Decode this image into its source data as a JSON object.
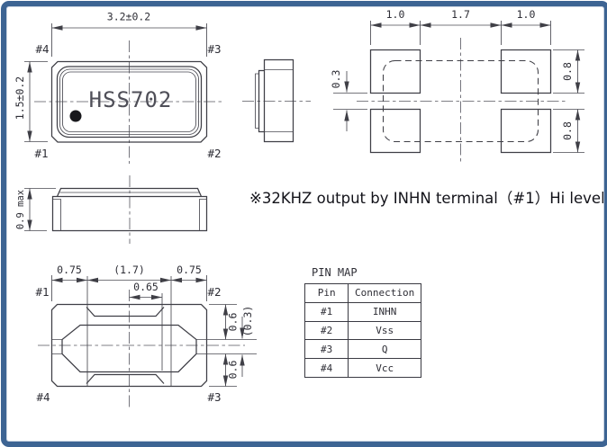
{
  "drawing": {
    "top_view": {
      "marking": "HSS702",
      "dim_width": "3.2±0.2",
      "dim_height": "1.5±0.2",
      "pin_top_left": "#4",
      "pin_top_right": "#3",
      "pin_bottom_left": "#1",
      "pin_bottom_right": "#2"
    },
    "land_pattern": {
      "dim_pad_w_left": "1.0",
      "dim_center_gap": "1.7",
      "dim_pad_w_right": "1.0",
      "dim_row_gap": "0.3",
      "dim_pad_h_top": "0.8",
      "dim_pad_h_bottom": "0.8"
    },
    "front_view": {
      "dim_height": "0.9 max"
    },
    "note": "※32KHZ output by INHN terminal（#1）Hi level",
    "bottom_view": {
      "dim_pad_left": "0.75",
      "dim_center": "(1.7)",
      "dim_pad_right": "0.75",
      "dim_offset": "0.65",
      "dim_pad_h_top": "0.6",
      "dim_gap": "(0.3)",
      "dim_pad_h_bottom": "0.6",
      "pin_top_left": "#1",
      "pin_top_right": "#2",
      "pin_bottom_left": "#4",
      "pin_bottom_right": "#3"
    },
    "pin_map": {
      "title": "PIN MAP",
      "col_pin": "Pin",
      "col_connection": "Connection",
      "rows": [
        {
          "pin": "#1",
          "connection": "INHN"
        },
        {
          "pin": "#2",
          "connection": "Vss"
        },
        {
          "pin": "#3",
          "connection": "Q"
        },
        {
          "pin": "#4",
          "connection": "Vcc"
        }
      ]
    },
    "colors": {
      "frame": "#3D6493",
      "line": "#3F3F46"
    }
  }
}
